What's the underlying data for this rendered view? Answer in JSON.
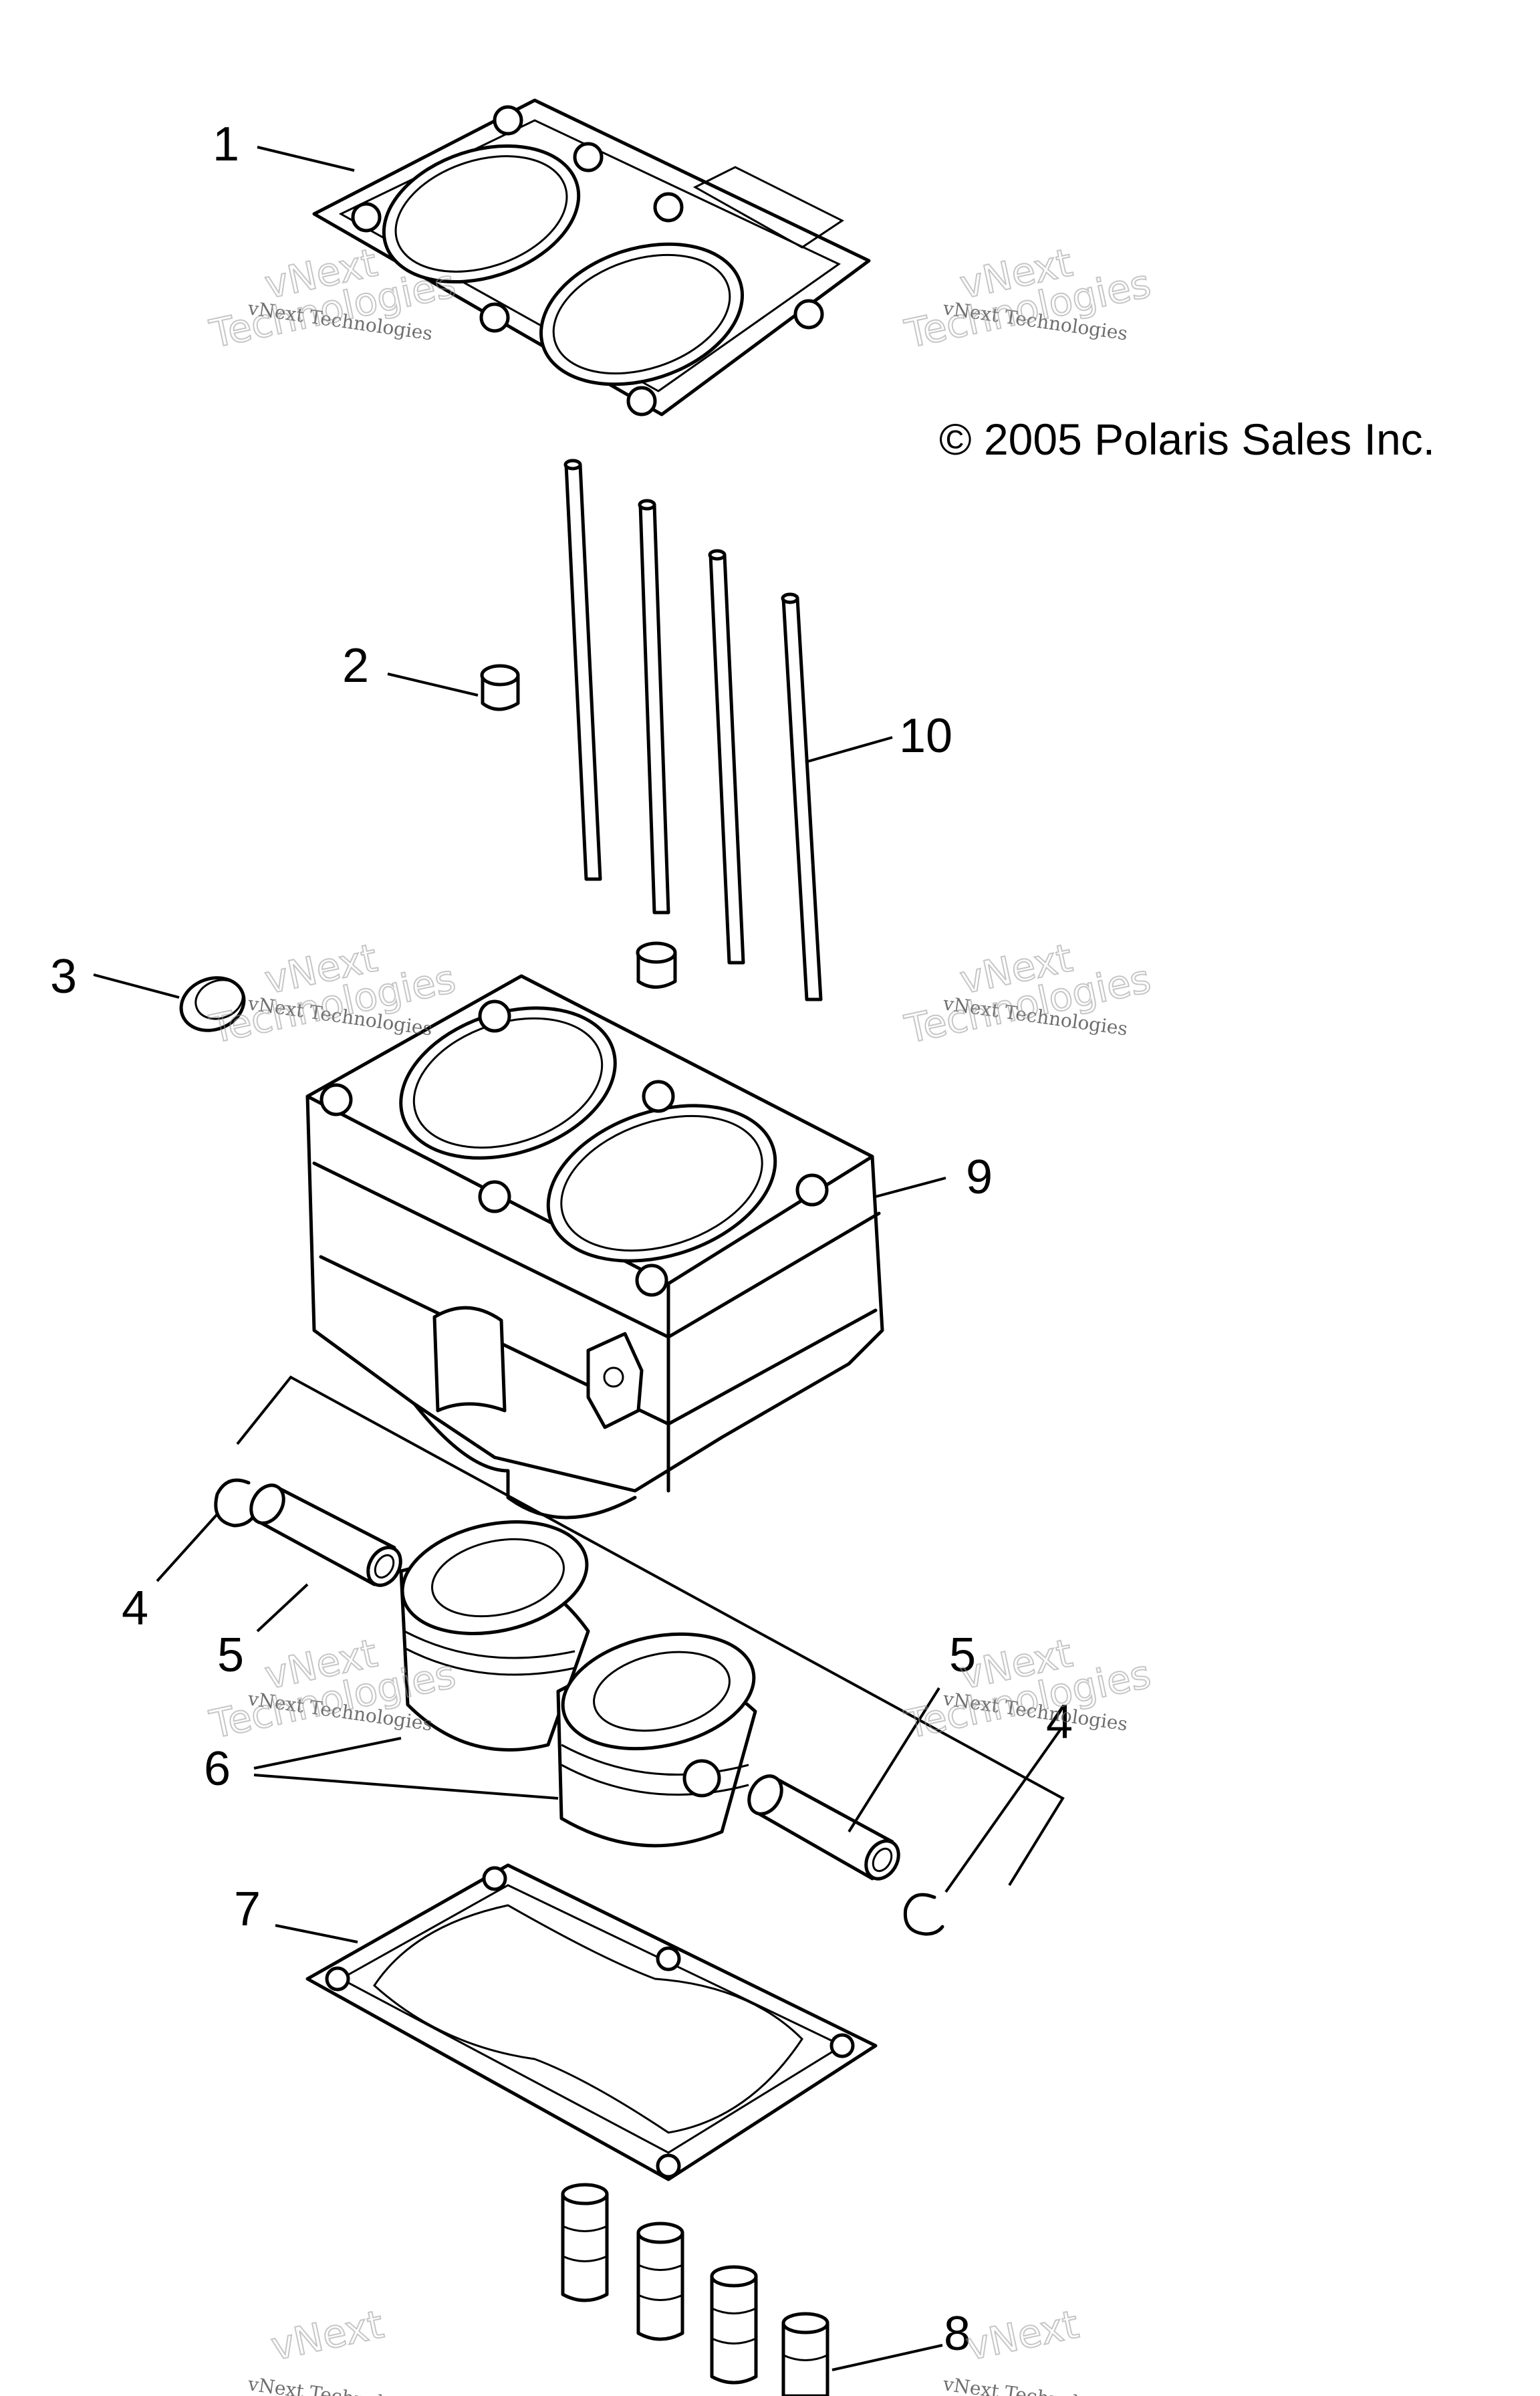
{
  "copyright": "© 2005 Polaris Sales Inc.",
  "watermark": {
    "line1": "vNext Technologies",
    "line2": "Technologies",
    "line3": "vNext"
  },
  "callouts": [
    "1",
    "2",
    "3",
    "4",
    "5",
    "6",
    "7",
    "8",
    "9",
    "10",
    "5",
    "4"
  ]
}
